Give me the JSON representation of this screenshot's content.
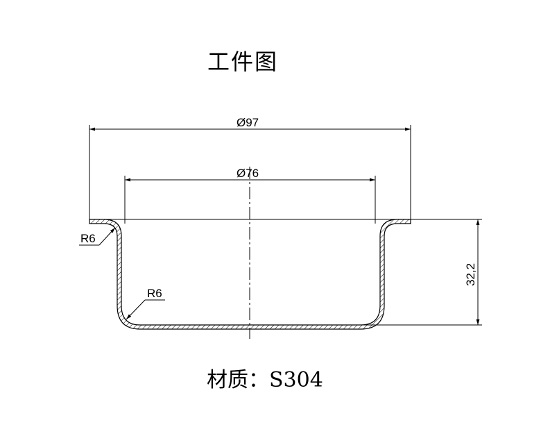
{
  "title": "工件图",
  "material": "材质：S304",
  "dimensions": {
    "outer_diameter": "Ø97",
    "inner_diameter": "Ø76",
    "height": "32,2",
    "radius_outer": "R6",
    "radius_inner": "R6"
  }
}
